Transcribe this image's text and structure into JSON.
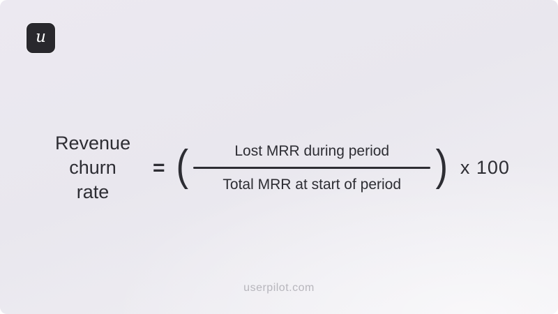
{
  "brand": {
    "logo_letter": "u"
  },
  "formula": {
    "lhs_lines": [
      "Revenue",
      "churn",
      "rate"
    ],
    "equals": "=",
    "open_paren": "(",
    "numerator": "Lost MRR during period",
    "denominator": "Total MRR at start of period",
    "close_paren": ")",
    "multiplier": "x 100"
  },
  "footer": {
    "site": "userpilot.com"
  },
  "colors": {
    "background_top": "#ece9f1",
    "background_bottom": "#f1f0f4",
    "text": "#2d2d33",
    "logo_bg": "#29282d",
    "logo_text": "#ffffff",
    "footer_text": "#b7b6bc"
  }
}
